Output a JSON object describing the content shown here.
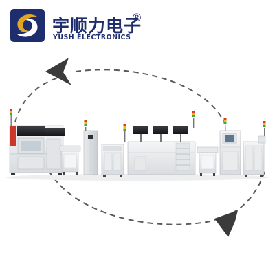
{
  "brand": {
    "name_cn": "宇顺力电子",
    "registered_mark": "®",
    "name_en": "YUSH ELECTRONICS",
    "colors": {
      "blue": "#1e2d6e",
      "gold": "#e1a51f",
      "accent_red": "#c8382b"
    }
  },
  "logo": {
    "icon": "yush-swirl-logo"
  },
  "diagram": {
    "flow_icon": "circular-flow-arrows",
    "machines": [
      "pcb-router-machine",
      "conveyor-station",
      "control-cabinet",
      "utility-cabinet",
      "inspection-workstation",
      "conveyor-station",
      "depaneling-machine",
      "utility-cabinet"
    ]
  }
}
